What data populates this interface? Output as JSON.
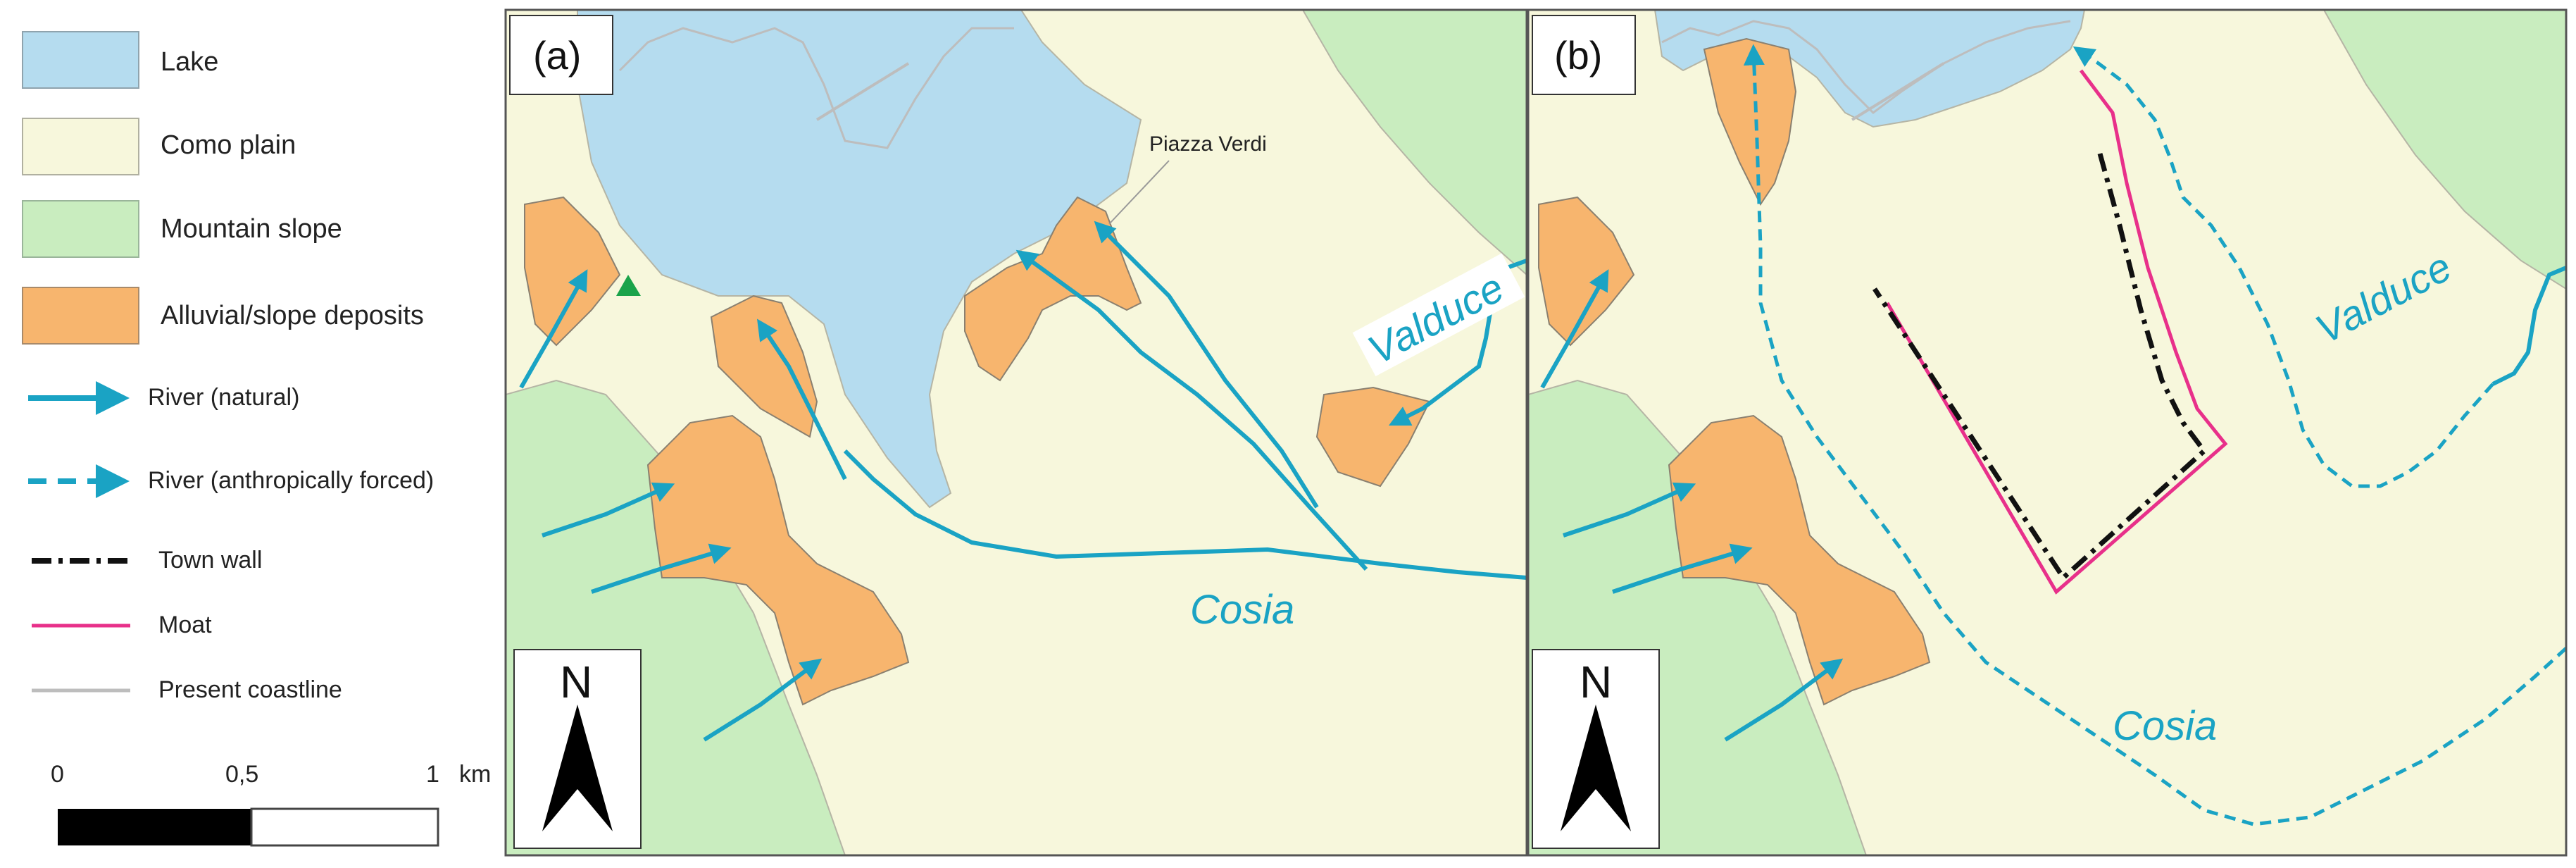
{
  "colors": {
    "lake": "#b5dcef",
    "plain": "#f7f7dc",
    "mountain": "#c9edbf",
    "deposit": "#f7b56e",
    "river": "#1aa3c4",
    "moat": "#e8308a",
    "wall": "#111111",
    "coastline": "#bdbdbd",
    "marker": "#1aa34a"
  },
  "legend": {
    "items": [
      {
        "name": "lake",
        "label": "Lake",
        "symbol": "fill-box",
        "color": "#b5dcef"
      },
      {
        "name": "como-plain",
        "label": "Como plain",
        "symbol": "fill-box",
        "color": "#f7f7dc"
      },
      {
        "name": "mountain-slope",
        "label": "Mountain slope",
        "symbol": "fill-box",
        "color": "#c9edbf"
      },
      {
        "name": "alluvial-deposits",
        "label": "Alluvial/slope deposits",
        "symbol": "fill-box",
        "color": "#f7b56e"
      },
      {
        "name": "river-natural",
        "label": "River (natural)",
        "symbol": "solid-arrow",
        "color": "#1aa3c4"
      },
      {
        "name": "river-forced",
        "label": "River (anthropically forced)",
        "symbol": "dashed-arrow",
        "color": "#1aa3c4"
      },
      {
        "name": "town-wall",
        "label": "Town wall",
        "symbol": "dash-dot-line",
        "color": "#111111"
      },
      {
        "name": "moat",
        "label": "Moat",
        "symbol": "solid-line",
        "color": "#e8308a"
      },
      {
        "name": "present-coastline",
        "label": "Present coastline",
        "symbol": "thin-line",
        "color": "#bdbdbd"
      }
    ]
  },
  "scale_bar": {
    "tick_labels": [
      "0",
      "0,5",
      "1"
    ],
    "unit": "km"
  },
  "panels": {
    "a": {
      "label": "(a)",
      "north": "N",
      "place_label": "Piazza Verdi",
      "river_labels": {
        "valduce": "Valduce",
        "cosia": "Cosia"
      }
    },
    "b": {
      "label": "(b)",
      "north": "N",
      "river_labels": {
        "valduce": "Valduce",
        "cosia": "Cosia"
      }
    }
  }
}
